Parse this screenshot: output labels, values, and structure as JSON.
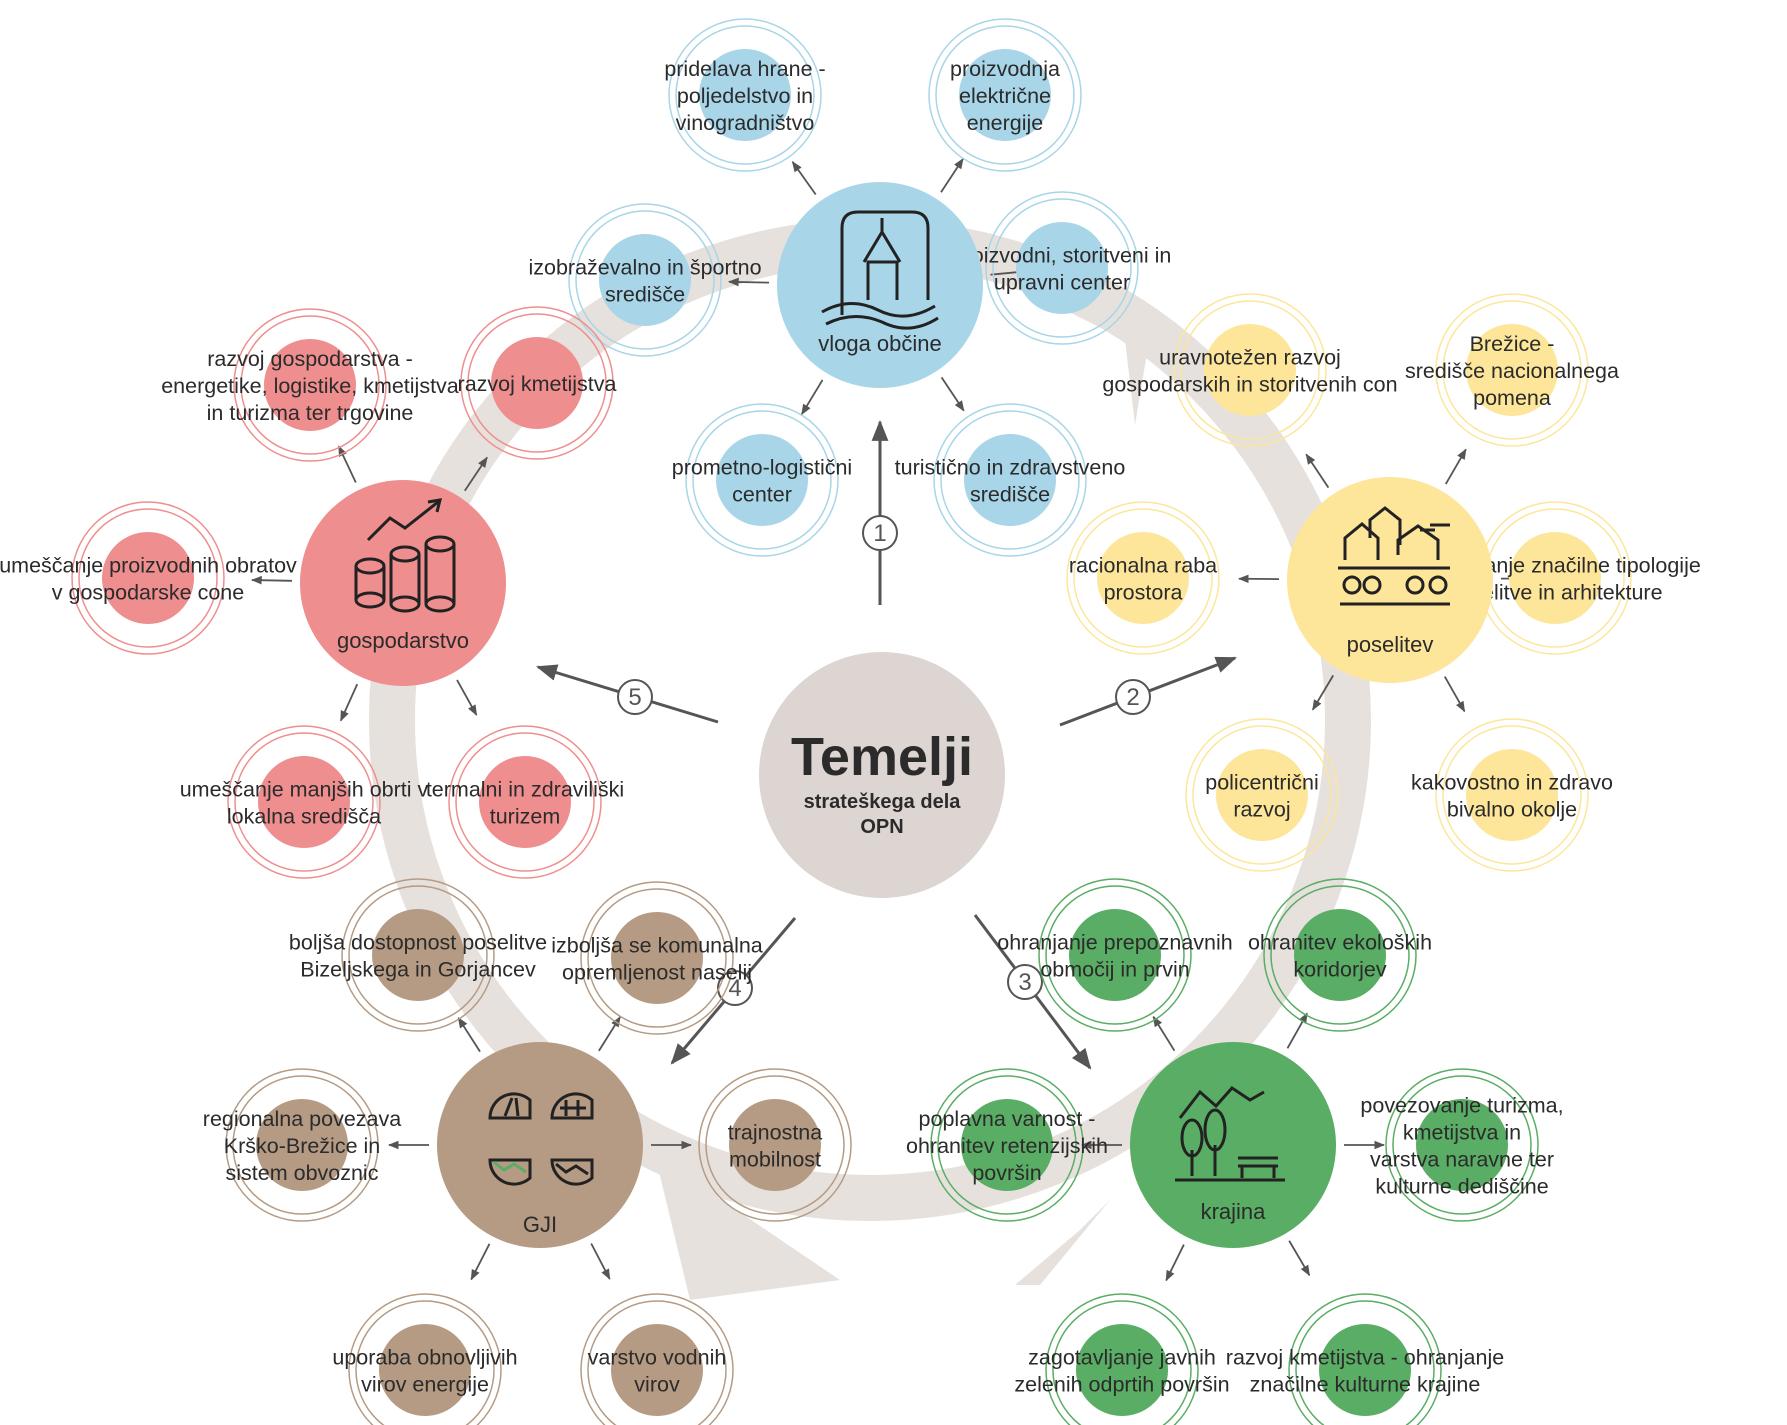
{
  "center": {
    "title": "Temelji",
    "subtitle": [
      "strateškega dela",
      "OPN"
    ]
  },
  "colors": {
    "blue": "#a8d5e8",
    "yellow": "#fde69a",
    "red": "#ef8e8e",
    "green": "#5aad64",
    "brown": "#b59b84",
    "center": "#ddd5d1",
    "cycle": "#e6e1dd",
    "arrow": "#555555"
  },
  "hubs": [
    {
      "id": "vloga",
      "label": "vloga občine",
      "color": "blue",
      "icon": "castle-tower-icon",
      "satellites": [
        {
          "lines": [
            "pridelava hrane -",
            "poljedelstvo in",
            "vinogradništvo"
          ]
        },
        {
          "lines": [
            "proizvodnja",
            "električne",
            "energije"
          ]
        },
        {
          "lines": [
            "izobraževalno in športno",
            "središče"
          ]
        },
        {
          "lines": [
            "proizvodni, storitveni in",
            "upravni center"
          ]
        },
        {
          "lines": [
            "prometno-logistični",
            "center"
          ]
        },
        {
          "lines": [
            "turistično in zdravstveno",
            "središče"
          ]
        }
      ]
    },
    {
      "id": "poselitev",
      "label": "poselitev",
      "color": "yellow",
      "icon": "settlement-houses-icon",
      "satellites": [
        {
          "lines": [
            "uravnotežen razvoj",
            "gospodarskih in storitvenih con"
          ]
        },
        {
          "lines": [
            "Brežice -",
            "središče nacionalnega",
            "pomena"
          ]
        },
        {
          "lines": [
            "racionalna raba",
            "prostora"
          ]
        },
        {
          "lines": [
            "upoštevanje značilne tipologije",
            "poselitve in arhitekture"
          ]
        },
        {
          "lines": [
            "policentrični",
            "razvoj"
          ]
        },
        {
          "lines": [
            "kakovostno in zdravo",
            "bivalno okolje"
          ]
        }
      ]
    },
    {
      "id": "gospodarstvo",
      "label": "gospodarstvo",
      "color": "red",
      "icon": "growth-chart-coins-icon",
      "satellites": [
        {
          "lines": [
            "razvoj gospodarstva -",
            "energetike, logistike, kmetijstva",
            "in turizma ter trgovine"
          ]
        },
        {
          "lines": [
            "razvoj kmetijstva"
          ]
        },
        {
          "lines": [
            "umeščanje proizvodnih obratov",
            "v gospodarske cone"
          ]
        },
        {
          "lines": [
            "umeščanje manjših obrti v",
            "lokalna središča"
          ]
        },
        {
          "lines": [
            "termalni in zdraviliški",
            "turizem"
          ]
        }
      ]
    },
    {
      "id": "gji",
      "label": "GJI",
      "color": "brown",
      "icon": "infrastructure-icon",
      "satellites": [
        {
          "lines": [
            "boljša dostopnost poselitve",
            "Bizeljskega in Gorjancev"
          ]
        },
        {
          "lines": [
            "izboljša se komunalna",
            "opremljenost naselij"
          ]
        },
        {
          "lines": [
            "regionalna povezava",
            "Krško-Brežice in",
            "sistem obvoznic"
          ]
        },
        {
          "lines": [
            "trajnostna",
            "mobilnost"
          ]
        },
        {
          "lines": [
            "uporaba obnovljivih",
            "virov energije"
          ]
        },
        {
          "lines": [
            "varstvo vodnih",
            "virov"
          ]
        }
      ]
    },
    {
      "id": "krajina",
      "label": "krajina",
      "color": "green",
      "icon": "landscape-park-icon",
      "satellites": [
        {
          "lines": [
            "ohranjanje prepoznavnih",
            "območij in prvin"
          ]
        },
        {
          "lines": [
            "ohranitev ekoloških",
            "koridorjev"
          ]
        },
        {
          "lines": [
            "poplavna varnost -",
            "ohranitev retenzijskih",
            "površin"
          ]
        },
        {
          "lines": [
            "povezovanje turizma,",
            "kmetijstva in",
            "varstva naravne ter",
            "kulturne dediščine"
          ]
        },
        {
          "lines": [
            "zagotavljanje javnih",
            "zelenih odprtih površin"
          ]
        },
        {
          "lines": [
            "razvoj kmetijstva - ohranjanje",
            "značilne kulturne krajine"
          ]
        }
      ]
    }
  ],
  "steps": [
    "1",
    "2",
    "3",
    "4",
    "5"
  ]
}
